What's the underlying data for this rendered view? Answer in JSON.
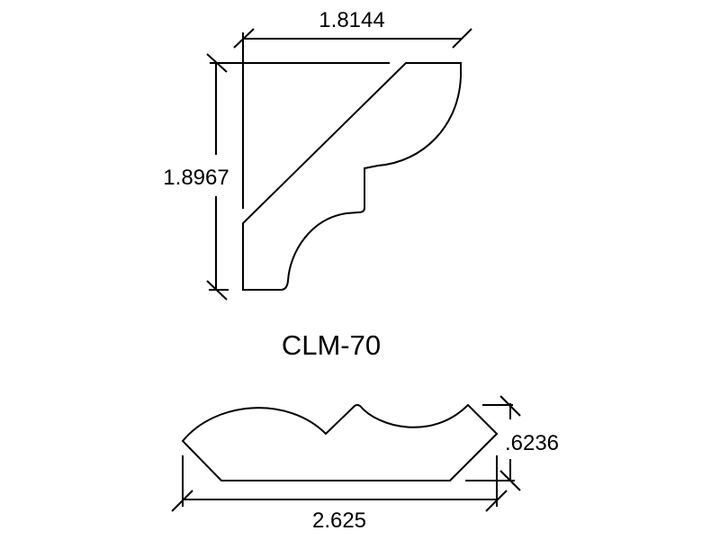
{
  "top_profile": {
    "width_dim": "1.8144",
    "height_dim": "1.8967"
  },
  "part_label": "CLM-70",
  "bottom_profile": {
    "width_dim": "2.625",
    "height_dim": ".6236"
  }
}
